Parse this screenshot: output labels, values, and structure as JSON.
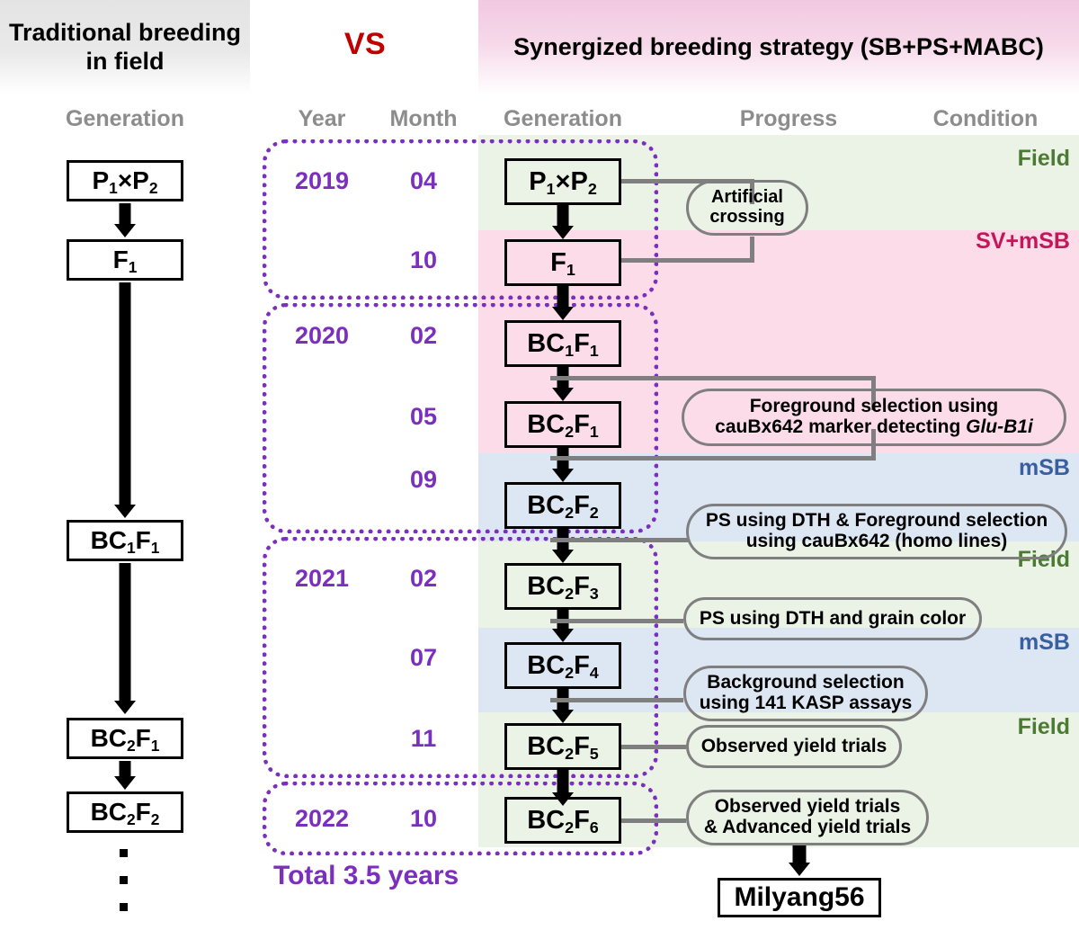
{
  "headers": {
    "traditional_title": "Traditional breeding in field",
    "vs": "VS",
    "synergized_title": "Synergized breeding strategy (SB+PS+MABC)",
    "col_generation_left": "Generation",
    "col_year": "Year",
    "col_month": "Month",
    "col_generation_right": "Generation",
    "col_progress": "Progress",
    "col_condition": "Condition"
  },
  "colors": {
    "purple": "#7b2fbe",
    "vs_red": "#c00000",
    "field_green": "#4b7a32",
    "svmsb_crimson": "#c3175a",
    "msb_blue": "#3a5fa0",
    "band_green": "#eaf3e6",
    "band_pink": "#fbdce8",
    "band_blue": "#dde6f3",
    "connector_grey": "#7f7f7f",
    "heading_grey": "#8c8c8c"
  },
  "traditional": {
    "generations": [
      {
        "label": "P₁×P₂",
        "base": "P",
        "sub1": "1",
        "mid": "×",
        "base2": "P",
        "sub2": "2"
      },
      {
        "label": "F₁"
      },
      {
        "label": "BC₁F₁"
      },
      {
        "label": "BC₂F₁"
      },
      {
        "label": "BC₂F₂"
      }
    ],
    "continues_dots": 3
  },
  "timeline": {
    "year_groups": [
      {
        "year": "2019",
        "months": [
          "04",
          "10"
        ]
      },
      {
        "year": "2020",
        "months": [
          "02",
          "05",
          "09"
        ]
      },
      {
        "year": "2021",
        "months": [
          "02",
          "07",
          "11"
        ]
      },
      {
        "year": "2022",
        "months": [
          "10"
        ]
      }
    ],
    "rows": [
      {
        "year": "2019",
        "month": "04",
        "generation": "P₁×P₂",
        "condition": "Field"
      },
      {
        "year": "",
        "month": "10",
        "generation": "F₁",
        "condition": "SV+mSB"
      },
      {
        "year": "2020",
        "month": "02",
        "generation": "BC₁F₁",
        "condition": ""
      },
      {
        "year": "",
        "month": "05",
        "generation": "BC₂F₁",
        "condition": ""
      },
      {
        "year": "",
        "month": "09",
        "generation": "BC₂F₂",
        "condition": "mSB"
      },
      {
        "year": "2021",
        "month": "02",
        "generation": "BC₂F₃",
        "condition": "Field"
      },
      {
        "year": "",
        "month": "07",
        "generation": "BC₂F₄",
        "condition": "mSB"
      },
      {
        "year": "",
        "month": "11",
        "generation": "BC₂F₅",
        "condition": "Field"
      },
      {
        "year": "2022",
        "month": "10",
        "generation": "BC₂F₆",
        "condition": ""
      }
    ],
    "total_label": "Total 3.5 years"
  },
  "progress_notes": [
    {
      "id": "artificial-crossing",
      "line1": "Artificial",
      "line2": "crossing"
    },
    {
      "id": "foreground-selection",
      "line1": "Foreground selection using",
      "line2_pre": "cauBx642 marker detecting ",
      "line2_italic": "Glu-B1i"
    },
    {
      "id": "ps-dth-foreground",
      "line1": "PS using DTH & Foreground selection",
      "line2": "using cauBx642 (homo lines)"
    },
    {
      "id": "ps-dth-grain-color",
      "line1": "PS using DTH and grain color"
    },
    {
      "id": "background-selection",
      "line1": "Background selection",
      "line2": "using 141 KASP assays"
    },
    {
      "id": "observed-yield-trials",
      "line1": "Observed yield trials"
    },
    {
      "id": "observed-advanced-yield-trials",
      "line1": "Observed yield trials",
      "line2": "& Advanced yield trials"
    }
  ],
  "conditions": [
    {
      "label": "Field",
      "type": "green"
    },
    {
      "label": "SV+mSB",
      "type": "pink"
    },
    {
      "label": "mSB",
      "type": "blue"
    },
    {
      "label": "Field",
      "type": "green"
    },
    {
      "label": "mSB",
      "type": "blue"
    },
    {
      "label": "Field",
      "type": "green"
    }
  ],
  "final_variety": "Milyang56"
}
